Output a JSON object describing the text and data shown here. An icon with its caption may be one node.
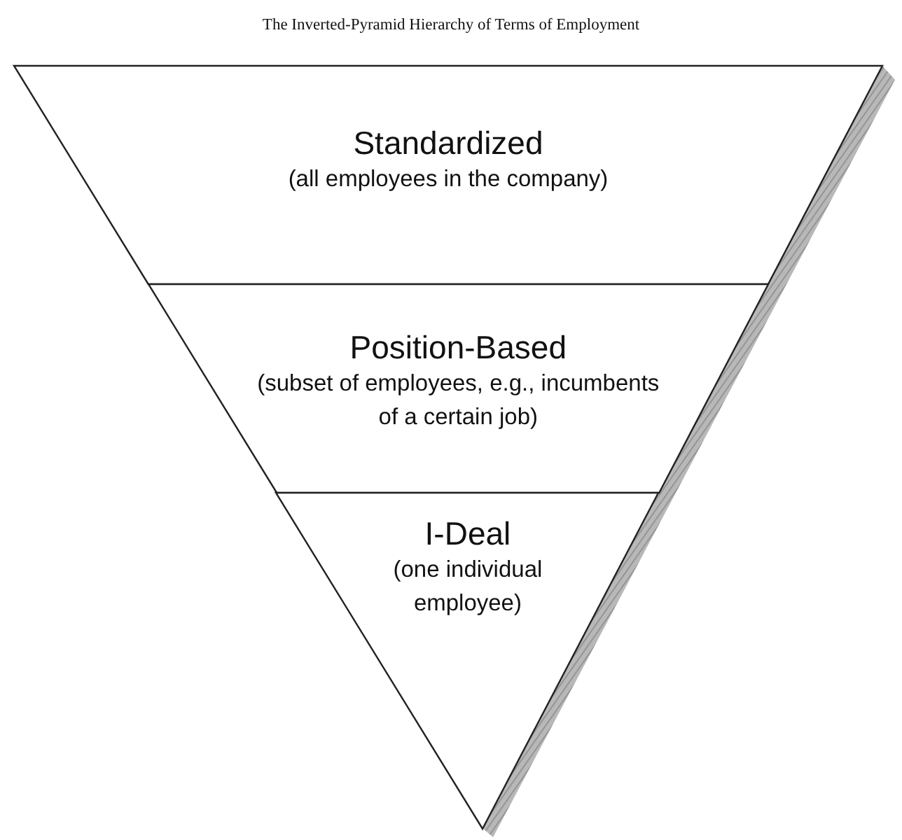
{
  "diagram": {
    "title": "The Inverted-Pyramid Hierarchy of Terms of Employment",
    "nodes": [
      {
        "text": [
          "Standardized",
          "(all employees in the company)"
        ]
      },
      {
        "text": [
          "Position-Based",
          "(subset of employees, e.g., incumbents of a certain job)"
        ]
      },
      {
        "text": [
          "I-Deal",
          "(one individual employee)"
        ]
      }
    ]
  }
}
